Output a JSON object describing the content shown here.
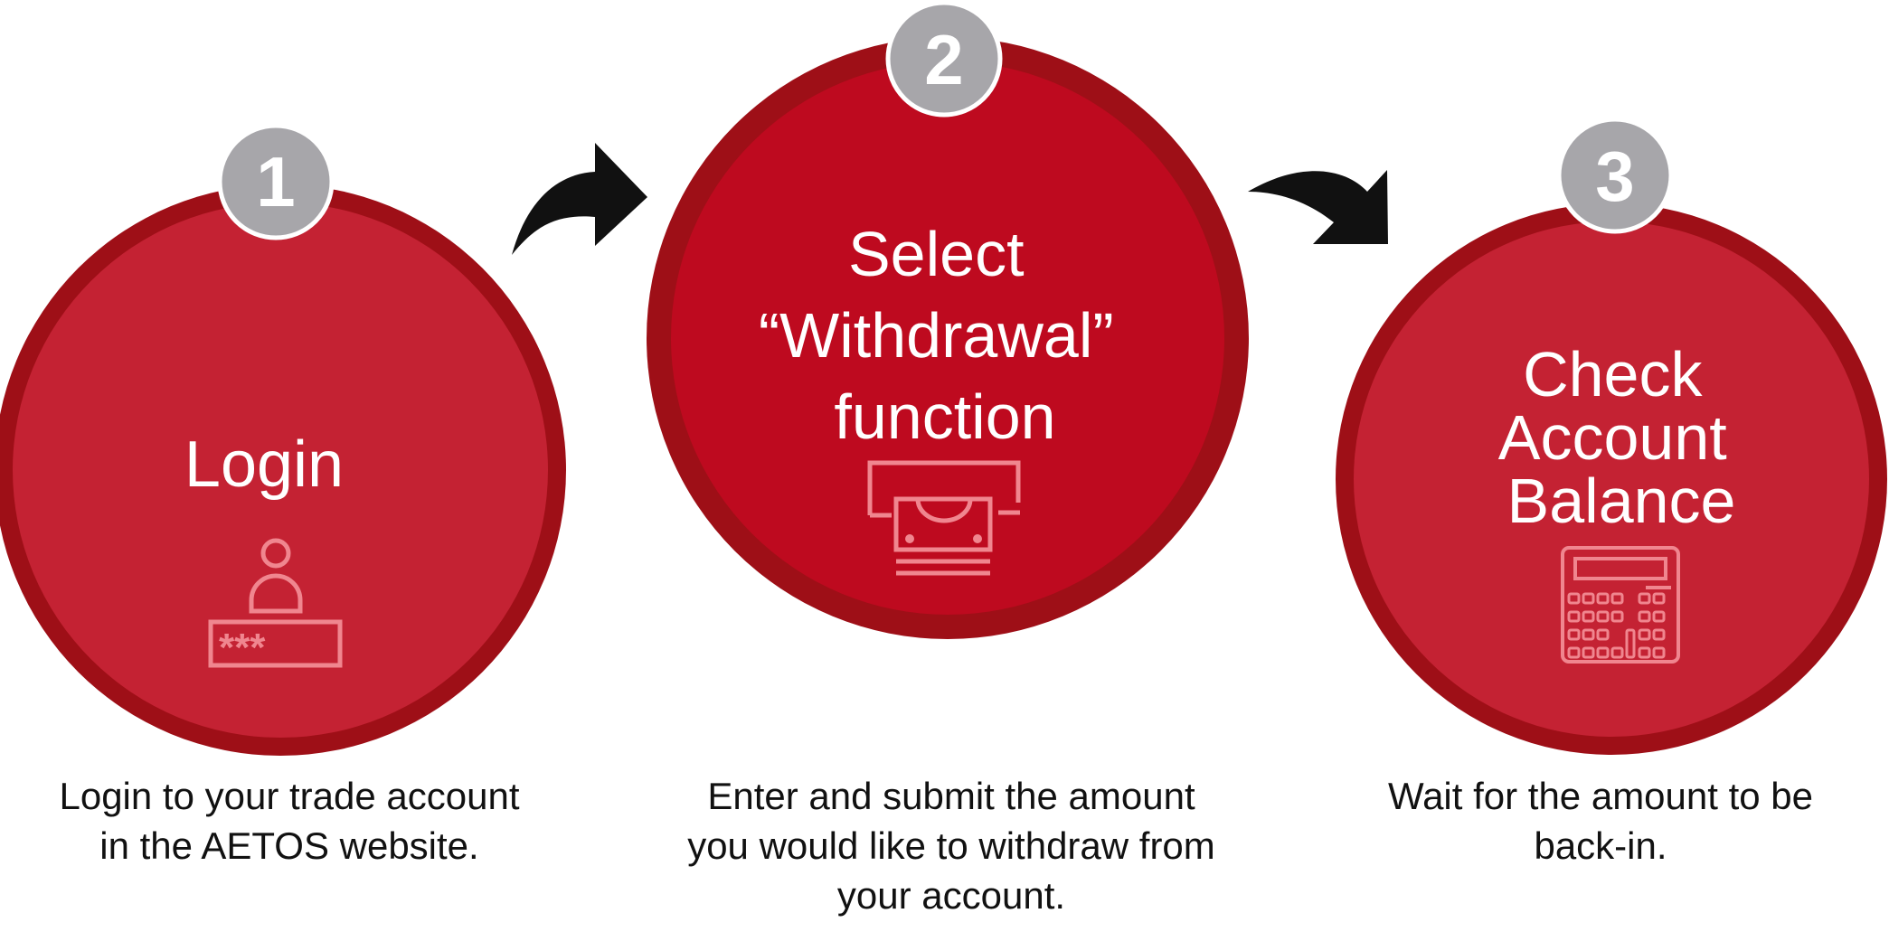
{
  "colors": {
    "ring": "#9e0f17",
    "circle_1": "#c42233",
    "circle_2": "#be0a1f",
    "circle_3": "#c42233",
    "badge_fill": "#a7a6aa",
    "badge_border": "#ffffff",
    "icon_stroke": "#f0868f",
    "arrow": "#111111"
  },
  "steps": [
    {
      "number": "1",
      "title_lines": [
        "Login"
      ],
      "icon": "user-password-icon",
      "password_mask": "***_",
      "desc_lines": [
        "Login to your trade account",
        "in the AETOS website."
      ]
    },
    {
      "number": "2",
      "title_lines": [
        "Select",
        "“Withdrawal”",
        "function"
      ],
      "icon": "atm-cash-withdrawal-icon",
      "desc_lines": [
        "Enter and submit the amount",
        "you would like to withdraw from",
        "your account."
      ]
    },
    {
      "number": "3",
      "title_lines": [
        "Check",
        "Account",
        "Balance"
      ],
      "icon": "calculator-icon",
      "desc_lines": [
        "Wait for the amount to be",
        "back-in."
      ]
    }
  ],
  "arrows": [
    "curved-arrow-right-up-icon",
    "curved-arrow-right-down-icon"
  ]
}
